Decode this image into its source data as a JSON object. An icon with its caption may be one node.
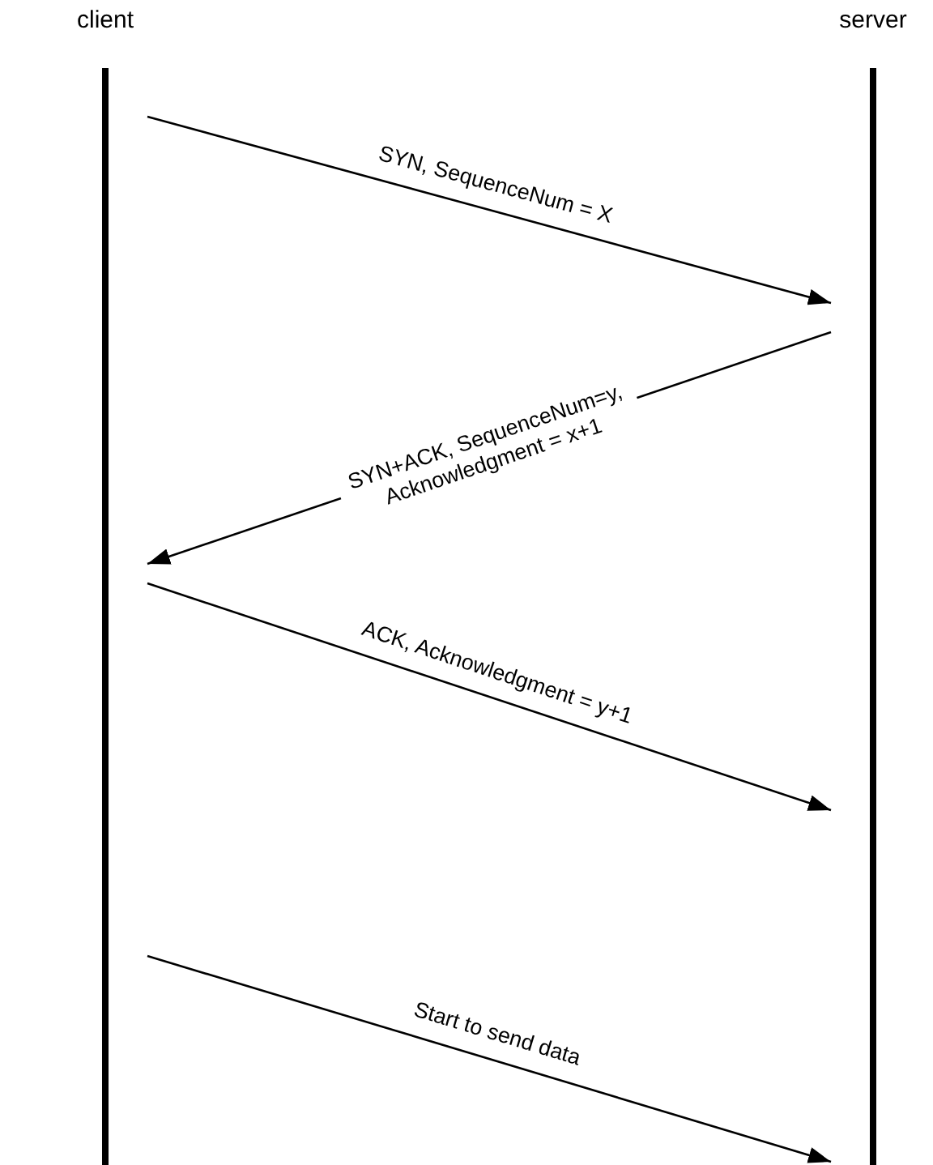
{
  "diagram": {
    "nodes": [
      {
        "text": [
          "client"
        ]
      },
      {
        "text": [
          "server"
        ]
      }
    ],
    "edges": [
      {
        "from": 0,
        "to": 1,
        "arrow": "to",
        "label": "SYN, SequenceNum = X"
      },
      {
        "from": 1,
        "to": 0,
        "arrow": "to",
        "label": "SYN+ACK, SequenceNum=y, Acknowledgment = x+1"
      },
      {
        "from": 0,
        "to": 1,
        "arrow": "to",
        "label": "ACK, Acknowledgment = y+1"
      },
      {
        "from": 0,
        "to": 1,
        "arrow": "to",
        "label": "Start to send data"
      }
    ]
  }
}
